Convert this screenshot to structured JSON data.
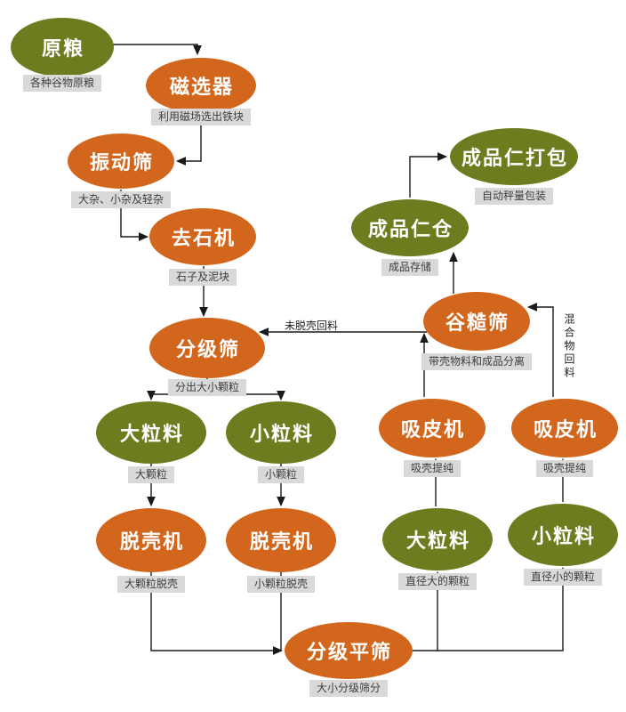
{
  "diagram": {
    "colors": {
      "olive": "#6e7b1e",
      "orange": "#d2661c",
      "note_bg": "#d9d9d9",
      "note_text": "#3d3d3d",
      "line": "#1a1a1a"
    },
    "nodes": [
      {
        "id": "raw-grain",
        "label": "原粮",
        "note": "各种谷物原粮"
      },
      {
        "id": "magnetic-separator",
        "label": "磁选器",
        "note": "利用磁场选出铁块"
      },
      {
        "id": "vibrating-screen",
        "label": "振动筛",
        "note": "大杂、小杂及轻杂"
      },
      {
        "id": "destoner",
        "label": "去石机",
        "note": "石子及泥块"
      },
      {
        "id": "grading-sieve",
        "label": "分级筛",
        "note": "分出大小颗粒"
      },
      {
        "id": "large-particles-left",
        "label": "大粒料",
        "note": "大颗粒"
      },
      {
        "id": "small-particles-left",
        "label": "小粒料",
        "note": "小颗粒"
      },
      {
        "id": "sheller-left",
        "label": "脱壳机",
        "note": "大颗粒脱壳"
      },
      {
        "id": "sheller-right",
        "label": "脱壳机",
        "note": "小颗粒脱壳"
      },
      {
        "id": "grading-flat-sieve",
        "label": "分级平筛",
        "note": "大小分级筛分"
      },
      {
        "id": "large-particles-right",
        "label": "大粒料",
        "note": "直径大的颗粒"
      },
      {
        "id": "small-particles-right",
        "label": "小粒料",
        "note": "直径小的颗粒"
      },
      {
        "id": "husk-aspirator-left",
        "label": "吸皮机",
        "note": "吸壳提纯"
      },
      {
        "id": "husk-aspirator-right",
        "label": "吸皮机",
        "note": "吸壳提纯"
      },
      {
        "id": "paddy-kernel-sieve",
        "label": "谷糙筛",
        "note": "带壳物料和成品分离"
      },
      {
        "id": "kernel-bin",
        "label": "成品仁仓",
        "note": "成品存储"
      },
      {
        "id": "kernel-packing",
        "label": "成品仁打包",
        "note": "自动秤量包装"
      }
    ],
    "annotations": {
      "unshelled_return": "未脱壳回料",
      "mixture_return": "混合物回料"
    }
  }
}
